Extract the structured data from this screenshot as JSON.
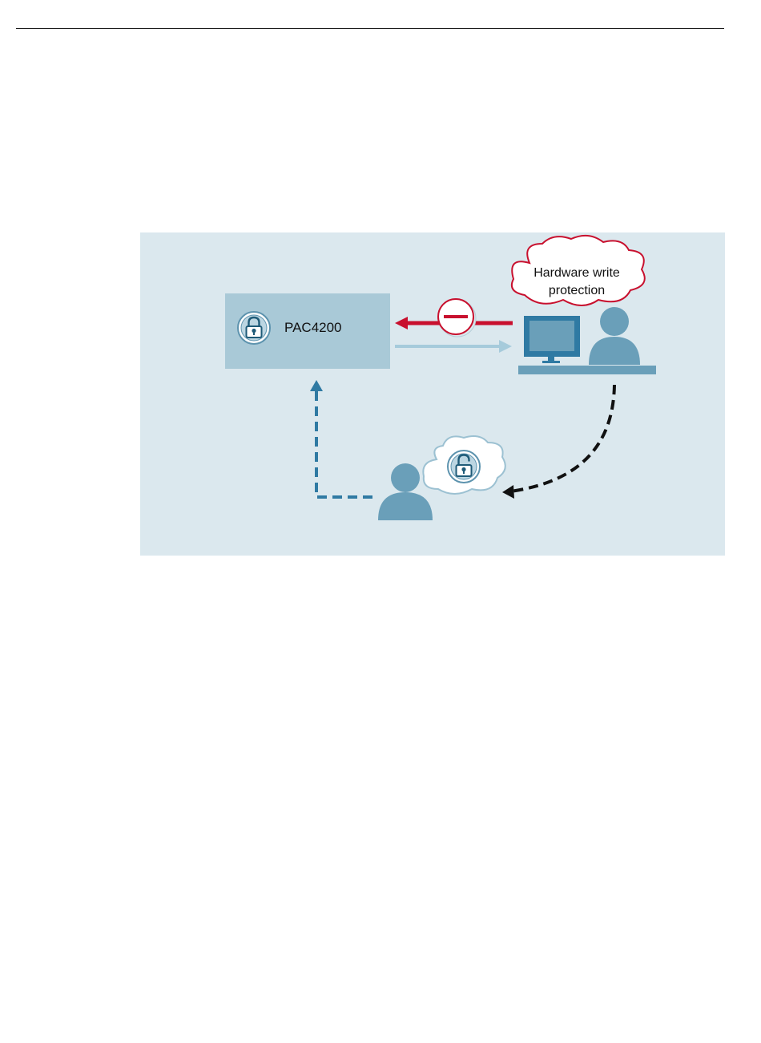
{
  "figure": {
    "device_label": "PAC4200",
    "callout_lines": [
      "Hardware write",
      "protection"
    ]
  },
  "colors": {
    "panel_bg": "#dbe8ee",
    "device_box": "#a9c9d7",
    "person": "#6a9fb9",
    "blocked_arrow": "#c8102e",
    "read_arrow": "#a6cbdb",
    "user_flow": "#2f7aa3",
    "admin_flow": "#111111"
  },
  "icons": {
    "device_lock": "padlock-closed-icon",
    "unlock_thought": "padlock-open-icon",
    "blocked": "no-entry-icon",
    "workstation": "computer-monitor-icon"
  }
}
